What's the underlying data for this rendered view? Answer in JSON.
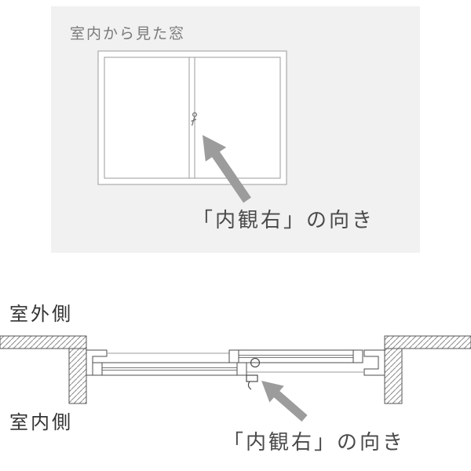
{
  "interior_view": {
    "title": "室内から見た窓",
    "caption": "「内観右」の向き"
  },
  "section_view": {
    "outdoor_label": "室外側",
    "indoor_label": "室内側",
    "caption": "「内観右」の向き"
  },
  "icons": {
    "direction_arrow": "arrow-up-left",
    "crescent_lock": "crescent-lock"
  },
  "colors": {
    "panel_bg": "#f1f1f1",
    "elevation_line": "#9b9b9b",
    "section_line": "#4d4d4d",
    "hatch_line": "#8a8a8a",
    "arrow": "#9c9c9c",
    "caption_text": "#4a4a4a",
    "label_text": "#333333",
    "panel_title_text": "#7a7a7a"
  }
}
